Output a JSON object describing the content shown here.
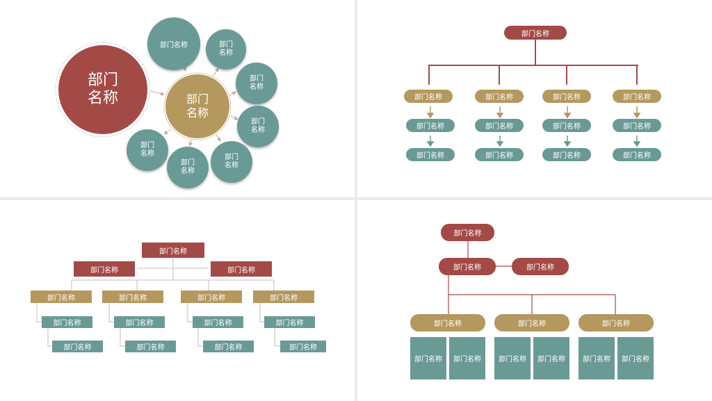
{
  "colors": {
    "red": "#a34a47",
    "gold": "#b5985e",
    "teal": "#6a9a96",
    "line": "#a34a47",
    "arrow_gold": "#b5985e",
    "arrow_teal": "#6a9a96",
    "gray_line": "#bdbdbd"
  },
  "panel1": {
    "big": "部门名称",
    "center": "部门名称",
    "satellites": [
      "部门名称",
      "部门名称",
      "部门名称",
      "部门名称",
      "部门名称",
      "部门名称",
      "部门名称"
    ]
  },
  "panel2": {
    "root": "部门名称",
    "columns": [
      {
        "level1": "部门名称",
        "level2": "部门名称",
        "level3": "部门名称"
      },
      {
        "level1": "部门名称",
        "level2": "部门名称",
        "level3": "部门名称"
      },
      {
        "level1": "部门名称",
        "level2": "部门名称",
        "level3": "部门名称"
      },
      {
        "level1": "部门名称",
        "level2": "部门名称",
        "level3": "部门名称"
      }
    ]
  },
  "panel3": {
    "root": "部门名称",
    "left": "部门名称",
    "right": "部门名称",
    "columns": [
      {
        "level1": "部门名称",
        "level2": "部门名称",
        "level3": "部门名称"
      },
      {
        "level1": "部门名称",
        "level2": "部门名称",
        "level3": "部门名称"
      },
      {
        "level1": "部门名称",
        "level2": "部门名称",
        "level3": "部门名称"
      },
      {
        "level1": "部门名称",
        "level2": "部门名称",
        "level3": "部门名称"
      }
    ]
  },
  "panel4": {
    "root": "部门名称",
    "second": "部门名称",
    "side": "部门名称",
    "groups": [
      {
        "head": "部门名称",
        "cells": [
          "部门名称",
          "部门名称"
        ]
      },
      {
        "head": "部门名称",
        "cells": [
          "部门名称",
          "部门名称"
        ]
      },
      {
        "head": "部门名称",
        "cells": [
          "部门名称",
          "部门名称"
        ]
      }
    ]
  }
}
